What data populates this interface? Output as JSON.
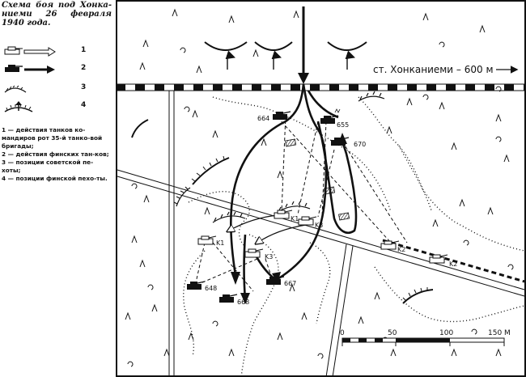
{
  "title": "Схема боя под Хонка-ниеми 26 февраля 1940 года.",
  "legend": {
    "items": [
      {
        "num": "1",
        "symbol": "soviet-tank-hollow-arrow-icon"
      },
      {
        "num": "2",
        "symbol": "finnish-tank-solid-arrow-icon"
      },
      {
        "num": "3",
        "symbol": "soviet-infantry-position-icon"
      },
      {
        "num": "4",
        "symbol": "finnish-infantry-position-icon"
      }
    ],
    "notes": [
      "1 — действия танков ко-мандиров рот 35-й танко-вой бригады;",
      "2 — действия финских тан-ков;",
      "3 — позиции советской пе-хоты;",
      "4 — позиции финской пехо-ты."
    ]
  },
  "map": {
    "station_label": "ст. Хонканиеми – 600 м",
    "tanks": [
      {
        "label": "664",
        "side": "finnish"
      },
      {
        "label": "655",
        "side": "finnish"
      },
      {
        "label": "670",
        "side": "finnish"
      },
      {
        "label": "K1",
        "side": "soviet"
      },
      {
        "label": "K3",
        "side": "soviet"
      },
      {
        "label": "K2",
        "side": "soviet"
      },
      {
        "label": "K1",
        "side": "soviet"
      },
      {
        "label": "K3",
        "side": "soviet"
      },
      {
        "label": "K2",
        "side": "soviet"
      },
      {
        "label": "648",
        "side": "finnish"
      },
      {
        "label": "668",
        "side": "finnish"
      },
      {
        "label": "667",
        "side": "finnish"
      }
    ],
    "scale": {
      "ticks": [
        "0",
        "50",
        "100",
        "150 М"
      ]
    }
  }
}
